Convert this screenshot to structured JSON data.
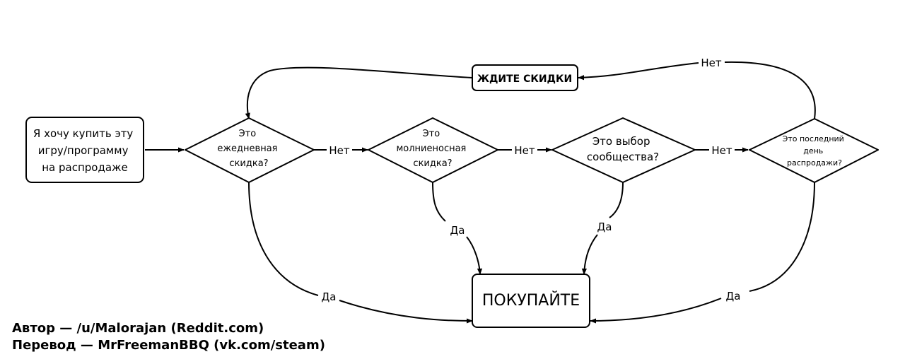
{
  "nodes": {
    "start": [
      "Я хочу купить эту",
      "игру/программу",
      "на распродаже"
    ],
    "daily": [
      "Это",
      "ежедневная",
      "скидка?"
    ],
    "flash": [
      "Это",
      "молниеносная",
      "скидка?"
    ],
    "community": [
      "Это выбор",
      "сообщества?"
    ],
    "last_day": [
      "Это последний",
      "день",
      "распродажи?"
    ],
    "wait": "ЖДИТЕ СКИДКИ",
    "buy": "ПОКУПАЙТЕ"
  },
  "edge_labels": {
    "no": "Нет",
    "yes": "Да"
  },
  "credits": {
    "author": "Автор — /u/Malorajan (Reddit.com)",
    "translation": "Перевод — MrFreemanBBQ (vk.com/steam)"
  }
}
